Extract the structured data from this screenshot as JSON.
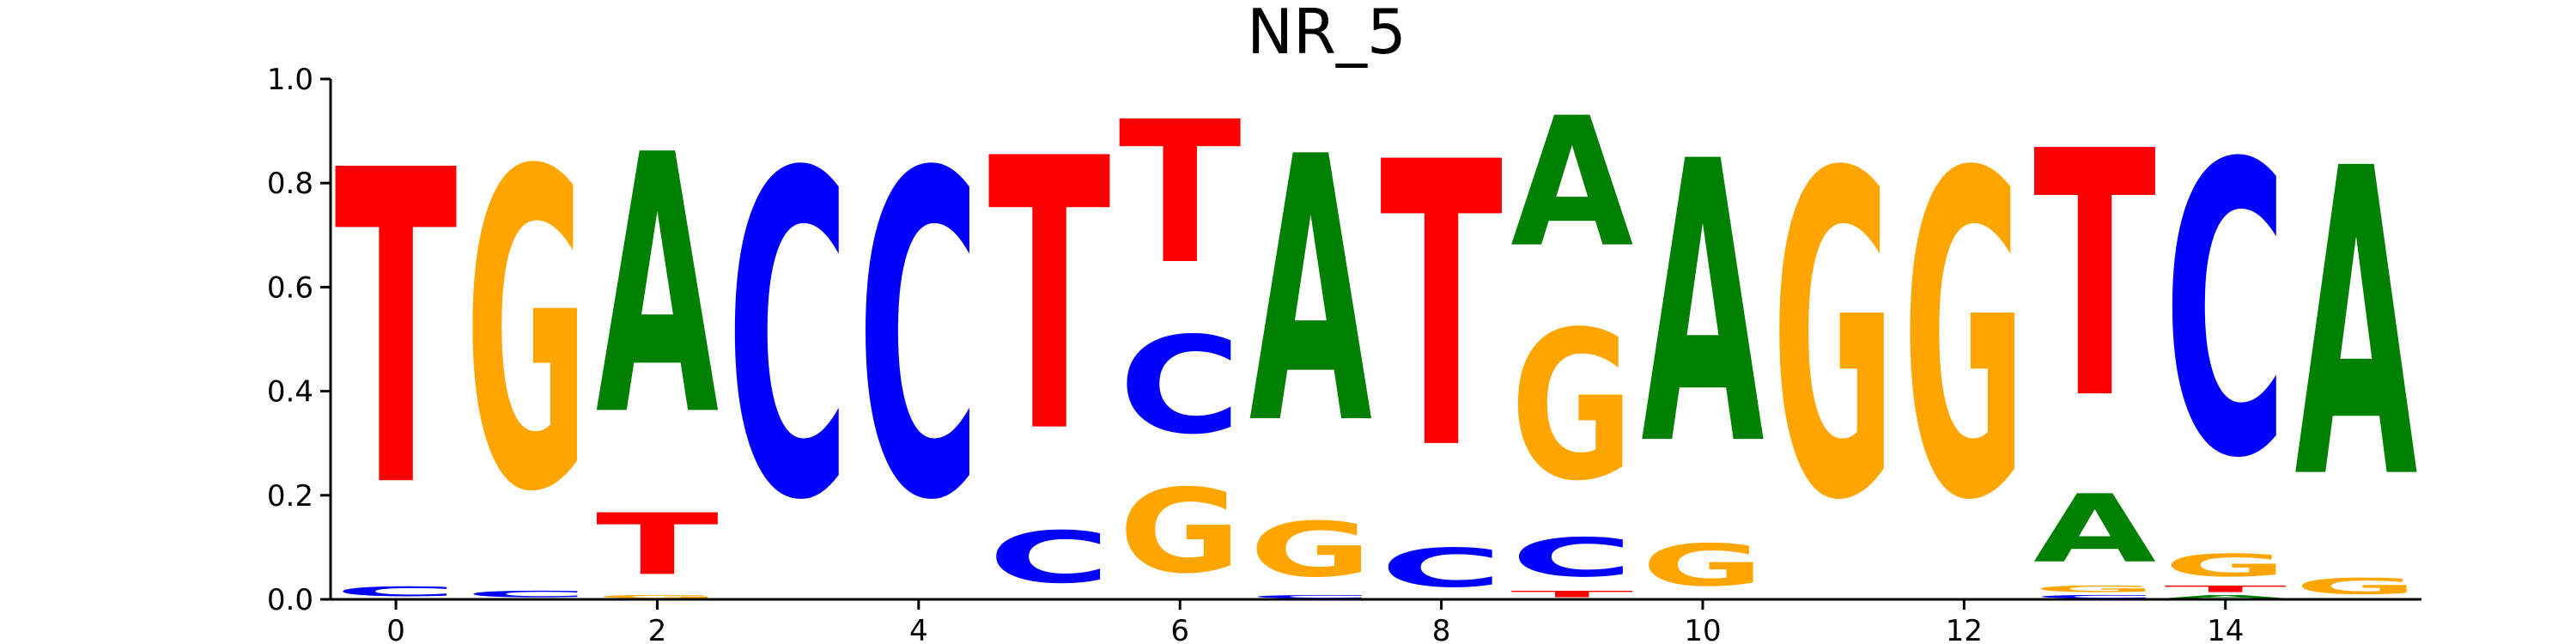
{
  "chart_data": {
    "type": "sequence-logo",
    "title": "NR_5",
    "xlabel": "",
    "ylabel": "",
    "ylim": [
      0,
      1
    ],
    "xlim": [
      -0.5,
      15.5
    ],
    "x_ticks": [
      "0",
      "2",
      "4",
      "6",
      "8",
      "10",
      "12",
      "14"
    ],
    "y_ticks": [
      "0.0",
      "0.2",
      "0.4",
      "0.6",
      "0.8",
      "1.0"
    ],
    "grid": false,
    "colors": {
      "A": "#008000",
      "C": "#0000ff",
      "G": "#ffa500",
      "T": "#ff0000"
    },
    "positions": [
      {
        "x": 0,
        "letters": [
          {
            "base": "C",
            "value": 0.03
          },
          {
            "base": "T",
            "value": 0.97
          }
        ]
      },
      {
        "x": 1,
        "letters": [
          {
            "base": "C",
            "value": 0.02
          },
          {
            "base": "G",
            "value": 0.98
          }
        ]
      },
      {
        "x": 2,
        "letters": [
          {
            "base": "G",
            "value": 0.01
          },
          {
            "base": "T",
            "value": 0.19
          },
          {
            "base": "A",
            "value": 0.8
          }
        ]
      },
      {
        "x": 3,
        "letters": [
          {
            "base": "C",
            "value": 1.0
          }
        ]
      },
      {
        "x": 4,
        "letters": [
          {
            "base": "C",
            "value": 1.0
          }
        ]
      },
      {
        "x": 5,
        "letters": [
          {
            "base": "C",
            "value": 0.16
          },
          {
            "base": "T",
            "value": 0.84
          }
        ]
      },
      {
        "x": 6,
        "letters": [
          {
            "base": "G",
            "value": 0.26
          },
          {
            "base": "C",
            "value": 0.3
          },
          {
            "base": "T",
            "value": 0.44
          }
        ]
      },
      {
        "x": 7,
        "letters": [
          {
            "base": "C",
            "value": 0.01
          },
          {
            "base": "G",
            "value": 0.17
          },
          {
            "base": "A",
            "value": 0.82
          }
        ]
      },
      {
        "x": 8,
        "letters": [
          {
            "base": "C",
            "value": 0.12
          },
          {
            "base": "T",
            "value": 0.88
          }
        ]
      },
      {
        "x": 9,
        "letters": [
          {
            "base": "T",
            "value": 0.02
          },
          {
            "base": "C",
            "value": 0.12
          },
          {
            "base": "G",
            "value": 0.46
          },
          {
            "base": "A",
            "value": 0.4
          }
        ]
      },
      {
        "x": 10,
        "letters": [
          {
            "base": "G",
            "value": 0.13
          },
          {
            "base": "A",
            "value": 0.87
          }
        ]
      },
      {
        "x": 11,
        "letters": [
          {
            "base": "G",
            "value": 1.0
          }
        ]
      },
      {
        "x": 12,
        "letters": [
          {
            "base": "G",
            "value": 1.0
          }
        ]
      },
      {
        "x": 13,
        "letters": [
          {
            "base": "C",
            "value": 0.01
          },
          {
            "base": "G",
            "value": 0.02
          },
          {
            "base": "A",
            "value": 0.21
          },
          {
            "base": "T",
            "value": 0.76
          }
        ]
      },
      {
        "x": 14,
        "letters": [
          {
            "base": "A",
            "value": 0.01
          },
          {
            "base": "T",
            "value": 0.02
          },
          {
            "base": "G",
            "value": 0.07
          },
          {
            "base": "C",
            "value": 0.9
          }
        ]
      },
      {
        "x": 15,
        "letters": [
          {
            "base": "G",
            "value": 0.05
          },
          {
            "base": "A",
            "value": 0.95
          }
        ]
      }
    ]
  }
}
